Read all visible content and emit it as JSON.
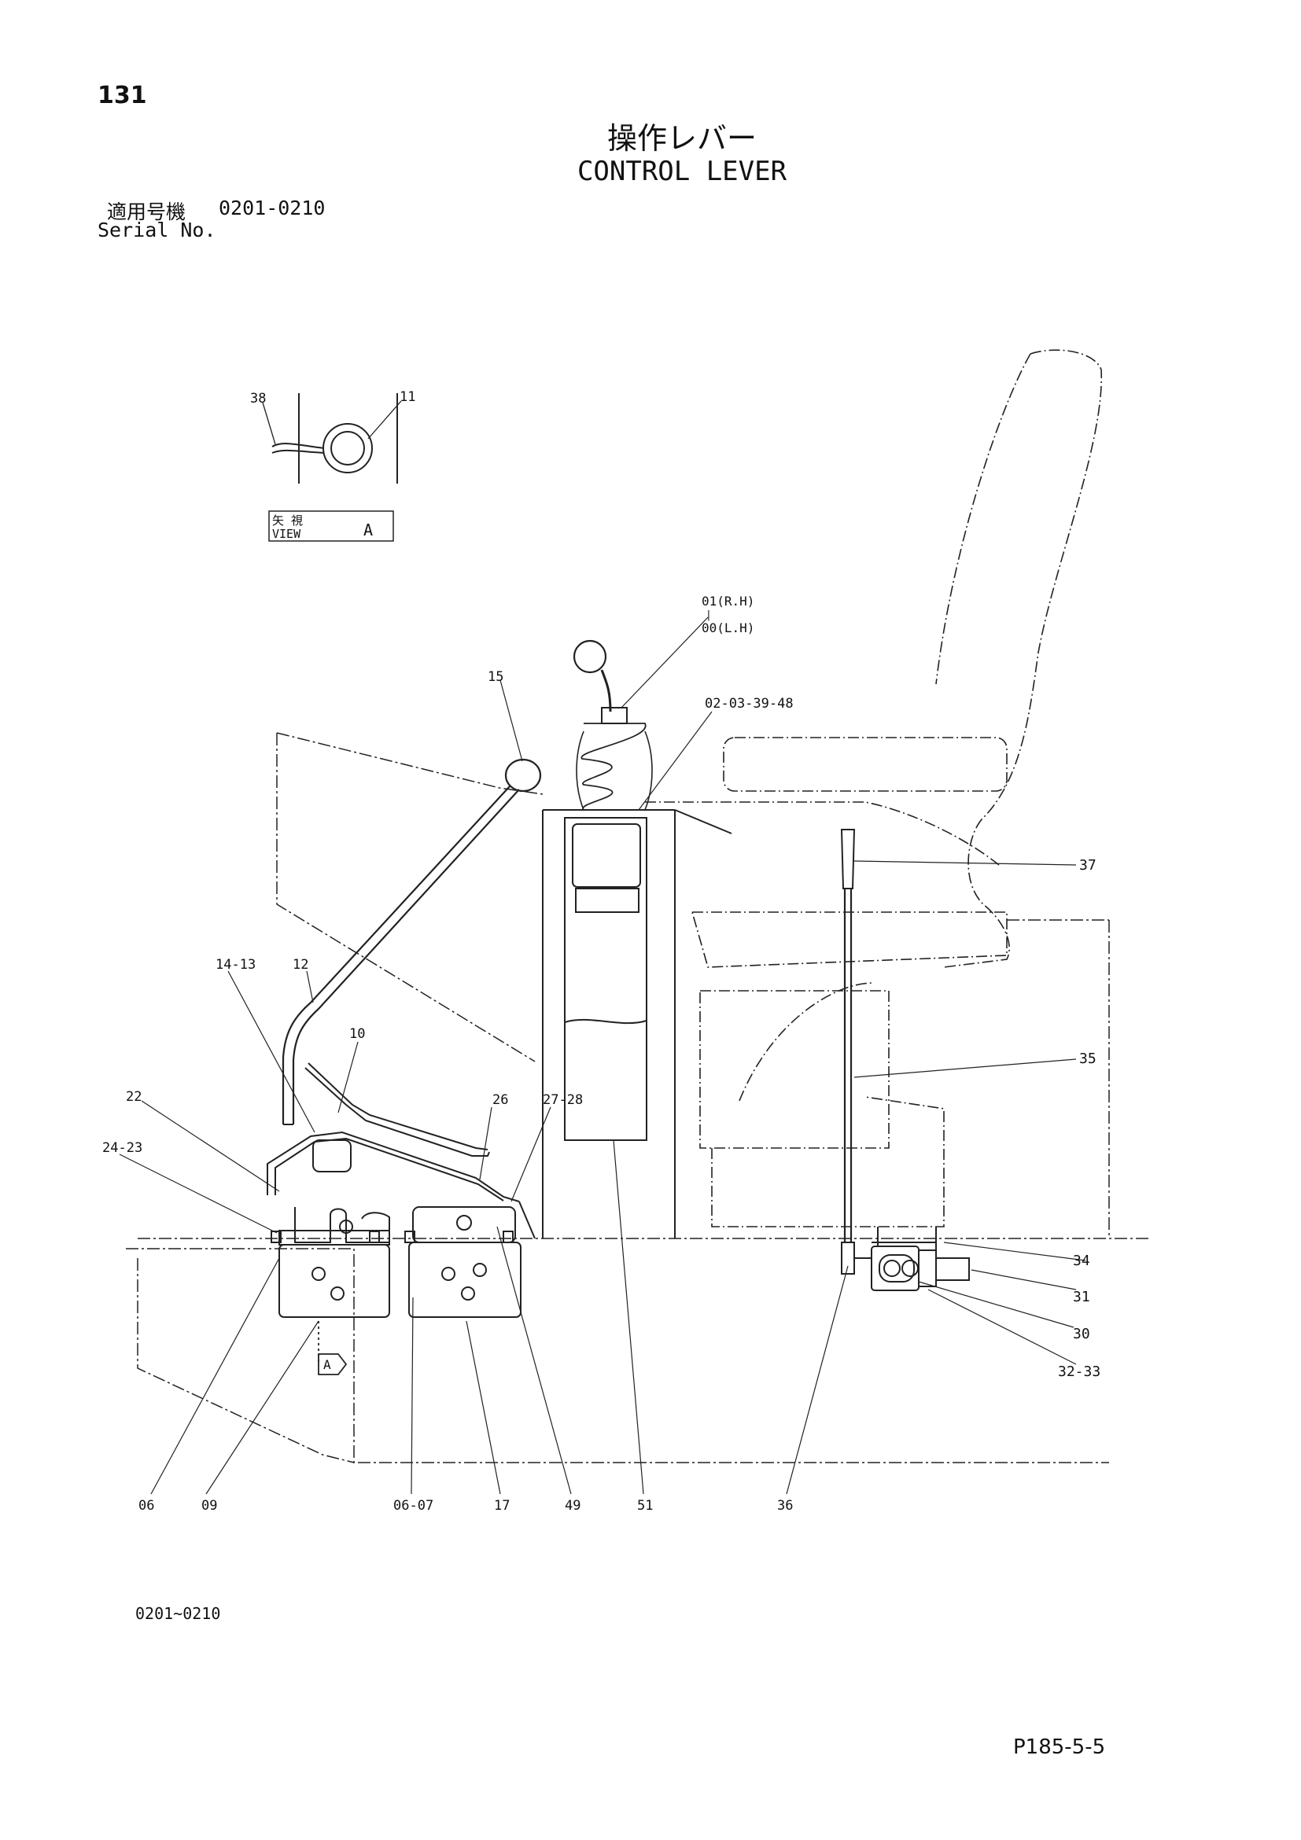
{
  "page_number": "131",
  "title_ja": "操作レバー",
  "title_en": "CONTROL LEVER",
  "serial": {
    "label_ja": "適用号機",
    "label_en": "Serial No.",
    "range": "0201-0210"
  },
  "view_label": {
    "kanji": "矢 視",
    "text": "VIEW",
    "letter": "A"
  },
  "view_marker": "A",
  "callouts": {
    "c38": "38",
    "c11": "11",
    "c01": "01(R.H)",
    "c01sep": "|",
    "c00": "00(L.H)",
    "c15": "15",
    "c02": "02-03-39-48",
    "c37": "37",
    "c14": "14-13",
    "c12": "12",
    "c10": "10",
    "c35": "35",
    "c22": "22",
    "c26": "26",
    "c27": "27-28",
    "c24": "24-23",
    "c34": "34",
    "c31": "31",
    "c30": "30",
    "c32": "32-33",
    "c06": "06",
    "c09": "09",
    "c0607": "06-07",
    "c17": "17",
    "c49": "49",
    "c51": "51",
    "c36": "36"
  },
  "footer_range": "0201~0210",
  "figure_code": "P185-5-5"
}
